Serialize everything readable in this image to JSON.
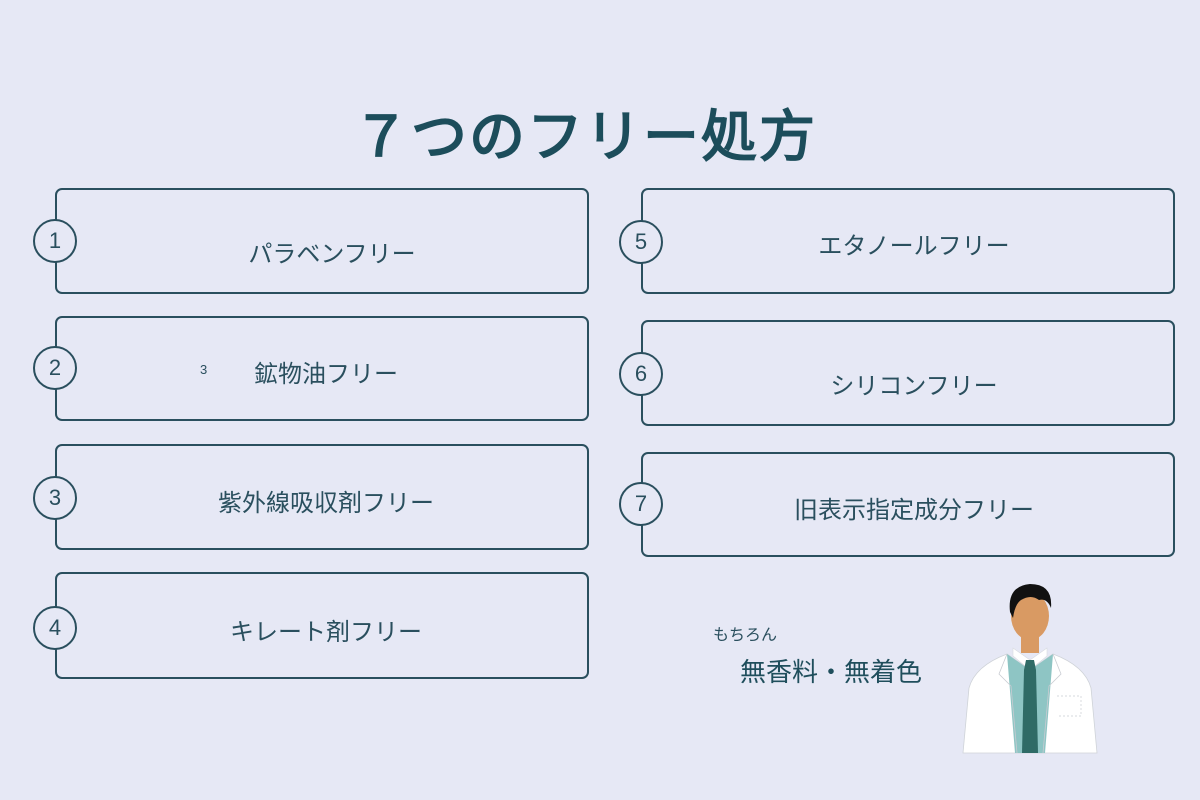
{
  "title": "７つのフリー処方",
  "items_left": [
    {
      "num": "1",
      "label": "パラベンフリー"
    },
    {
      "num": "2",
      "label": "鉱物油フリー",
      "stray_mark": "3"
    },
    {
      "num": "3",
      "label": "紫外線吸収剤フリー"
    },
    {
      "num": "4",
      "label": "キレート剤フリー"
    }
  ],
  "items_right": [
    {
      "num": "5",
      "label": "エタノールフリー"
    },
    {
      "num": "6",
      "label": "シリコンフリー"
    },
    {
      "num": "7",
      "label": "旧表示指定成分フリー"
    }
  ],
  "note": {
    "prefix": "もちろん",
    "main": "無香料・無着色"
  },
  "illustration": "doctor-in-white-coat",
  "colors": {
    "background": "#e6e8f5",
    "primary": "#1c4d5b",
    "border": "#2a4f5e",
    "tie": "#2f6b66",
    "shirt": "#8ec5c4",
    "skin": "#d99a63",
    "hair": "#111111"
  }
}
